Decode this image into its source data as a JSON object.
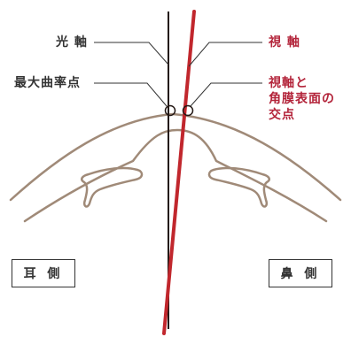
{
  "labels": {
    "optical_axis": "光 軸",
    "max_curvature_point": "最大曲率点",
    "visual_axis": "視 軸",
    "intersection_line1": "視軸と",
    "intersection_line2": "角膜表面の",
    "intersection_line3": "交点"
  },
  "boxes": {
    "temporal": "耳 側",
    "nasal": "鼻 側"
  },
  "colors": {
    "optical_axis": "#231815",
    "visual_axis": "#c1272d",
    "cornea": "#a08a78",
    "leader": "#333333",
    "red_text": "#b3243a"
  }
}
